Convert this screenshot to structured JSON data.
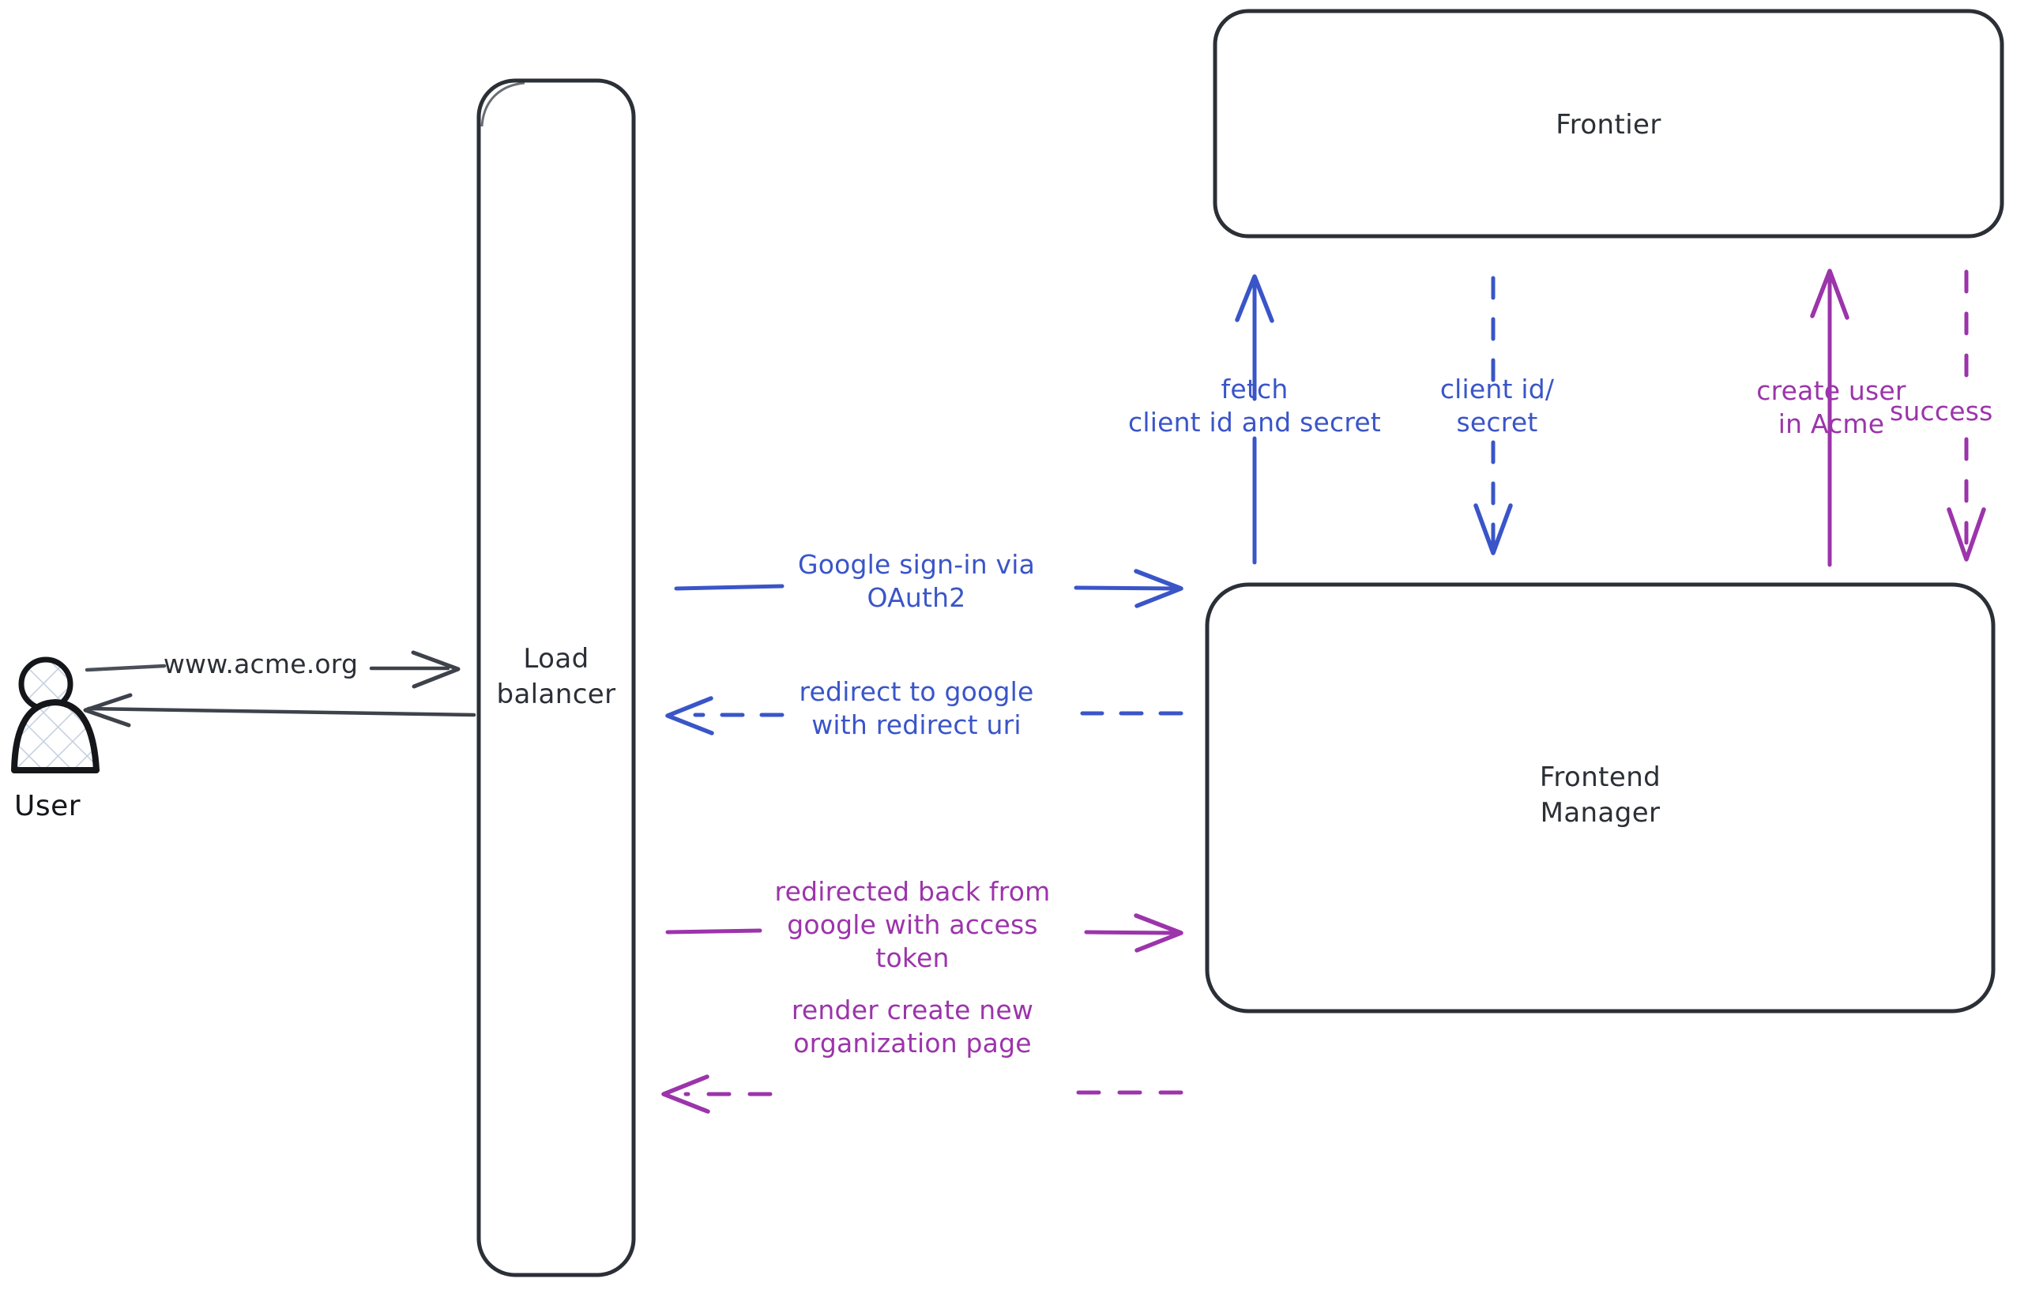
{
  "diagram": {
    "title": "Google OAuth2 sign-in sequence",
    "background": "#ffffff",
    "colors": {
      "stroke_black": "#2b2f36",
      "blue": "#3a55c8",
      "purple": "#9c34ab",
      "actor_fill": "#c9d4e4"
    }
  },
  "actors": {
    "user": {
      "label": "User",
      "icon": "person-icon"
    }
  },
  "nodes": [
    {
      "id": "load-balancer",
      "label": "Load\nbalancer"
    },
    {
      "id": "frontier",
      "label": "Frontier"
    },
    {
      "id": "frontend-manager",
      "label": "Frontend\nManager"
    }
  ],
  "edges": [
    {
      "id": "user-to-lb",
      "label": "www.acme.org",
      "color": "#2b2f36",
      "style": "solid",
      "direction": "right",
      "from": "user",
      "to": "load-balancer"
    },
    {
      "id": "lb-to-user",
      "label": "",
      "color": "#2b2f36",
      "style": "solid",
      "direction": "left",
      "from": "load-balancer",
      "to": "user"
    },
    {
      "id": "lb-to-fm-signin",
      "label": "Google sign-in via\nOAuth2",
      "color": "#3a55c8",
      "style": "solid",
      "direction": "right",
      "from": "load-balancer",
      "to": "frontend-manager"
    },
    {
      "id": "fm-to-lb-redirect",
      "label": "redirect to google\nwith redirect uri",
      "color": "#3a55c8",
      "style": "dashed",
      "direction": "left",
      "from": "frontend-manager",
      "to": "load-balancer"
    },
    {
      "id": "lb-to-fm-token",
      "label": "redirected back from\ngoogle with access\ntoken",
      "color": "#9c34ab",
      "style": "solid",
      "direction": "right",
      "from": "load-balancer",
      "to": "frontend-manager"
    },
    {
      "id": "fm-to-lb-render",
      "label": "render create new\norganization page",
      "color": "#9c34ab",
      "style": "dashed",
      "direction": "left",
      "from": "frontend-manager",
      "to": "load-balancer"
    },
    {
      "id": "fm-to-frontier-fetch",
      "label": "fetch\nclient id and secret",
      "color": "#3a55c8",
      "style": "solid",
      "direction": "up",
      "from": "frontend-manager",
      "to": "frontier"
    },
    {
      "id": "frontier-to-fm-creds",
      "label": "client id/\nsecret",
      "color": "#3a55c8",
      "style": "dashed",
      "direction": "down",
      "from": "frontier",
      "to": "frontend-manager"
    },
    {
      "id": "fm-to-frontier-create",
      "label": "create user\nin Acme",
      "color": "#9c34ab",
      "style": "solid",
      "direction": "up",
      "from": "frontend-manager",
      "to": "frontier"
    },
    {
      "id": "frontier-to-fm-success",
      "label": "success",
      "color": "#9c34ab",
      "style": "dashed",
      "direction": "down",
      "from": "frontier",
      "to": "frontend-manager"
    }
  ]
}
